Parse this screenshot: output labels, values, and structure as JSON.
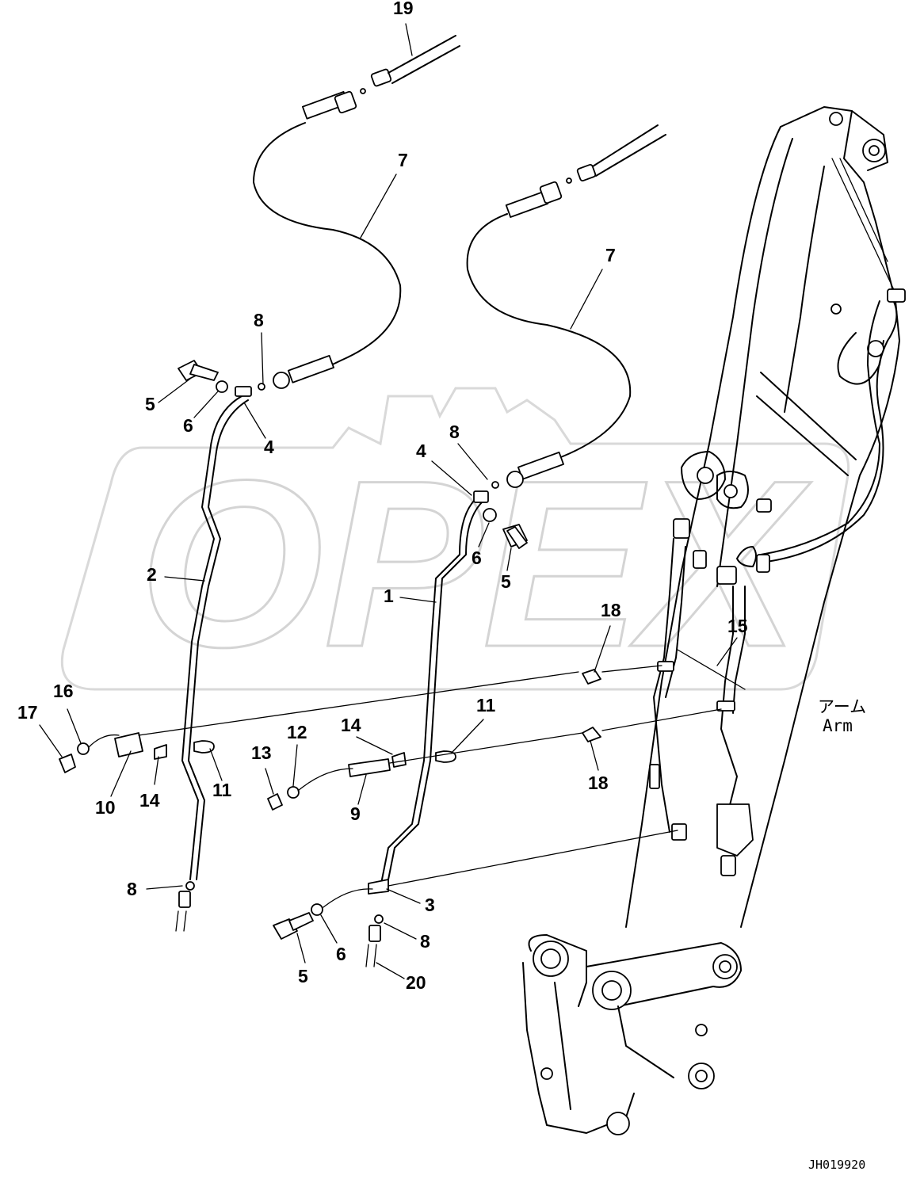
{
  "diagram": {
    "watermark": "OPEX",
    "arm_label_jp": "アーム",
    "arm_label_en": "Arm",
    "drawing_code": "JH019920",
    "callouts": [
      {
        "id": "c-19",
        "text": "19"
      },
      {
        "id": "c-7a",
        "text": "7"
      },
      {
        "id": "c-7b",
        "text": "7"
      },
      {
        "id": "c-8a",
        "text": "8"
      },
      {
        "id": "c-5a",
        "text": "5"
      },
      {
        "id": "c-6a",
        "text": "6"
      },
      {
        "id": "c-4a",
        "text": "4"
      },
      {
        "id": "c-8b",
        "text": "8"
      },
      {
        "id": "c-4b",
        "text": "4"
      },
      {
        "id": "c-6b",
        "text": "6"
      },
      {
        "id": "c-5b",
        "text": "5"
      },
      {
        "id": "c-2",
        "text": "2"
      },
      {
        "id": "c-1",
        "text": "1"
      },
      {
        "id": "c-18a",
        "text": "18"
      },
      {
        "id": "c-15",
        "text": "15"
      },
      {
        "id": "c-16",
        "text": "16"
      },
      {
        "id": "c-17",
        "text": "17"
      },
      {
        "id": "c-14a",
        "text": "14"
      },
      {
        "id": "c-11a",
        "text": "11"
      },
      {
        "id": "c-10",
        "text": "10"
      },
      {
        "id": "c-14b",
        "text": "14"
      },
      {
        "id": "c-11b",
        "text": "11"
      },
      {
        "id": "c-12",
        "text": "12"
      },
      {
        "id": "c-13",
        "text": "13"
      },
      {
        "id": "c-9",
        "text": "9"
      },
      {
        "id": "c-18b",
        "text": "18"
      },
      {
        "id": "c-8c",
        "text": "8"
      },
      {
        "id": "c-3",
        "text": "3"
      },
      {
        "id": "c-6c",
        "text": "6"
      },
      {
        "id": "c-8d",
        "text": "8"
      },
      {
        "id": "c-5c",
        "text": "5"
      },
      {
        "id": "c-20",
        "text": "20"
      }
    ]
  }
}
